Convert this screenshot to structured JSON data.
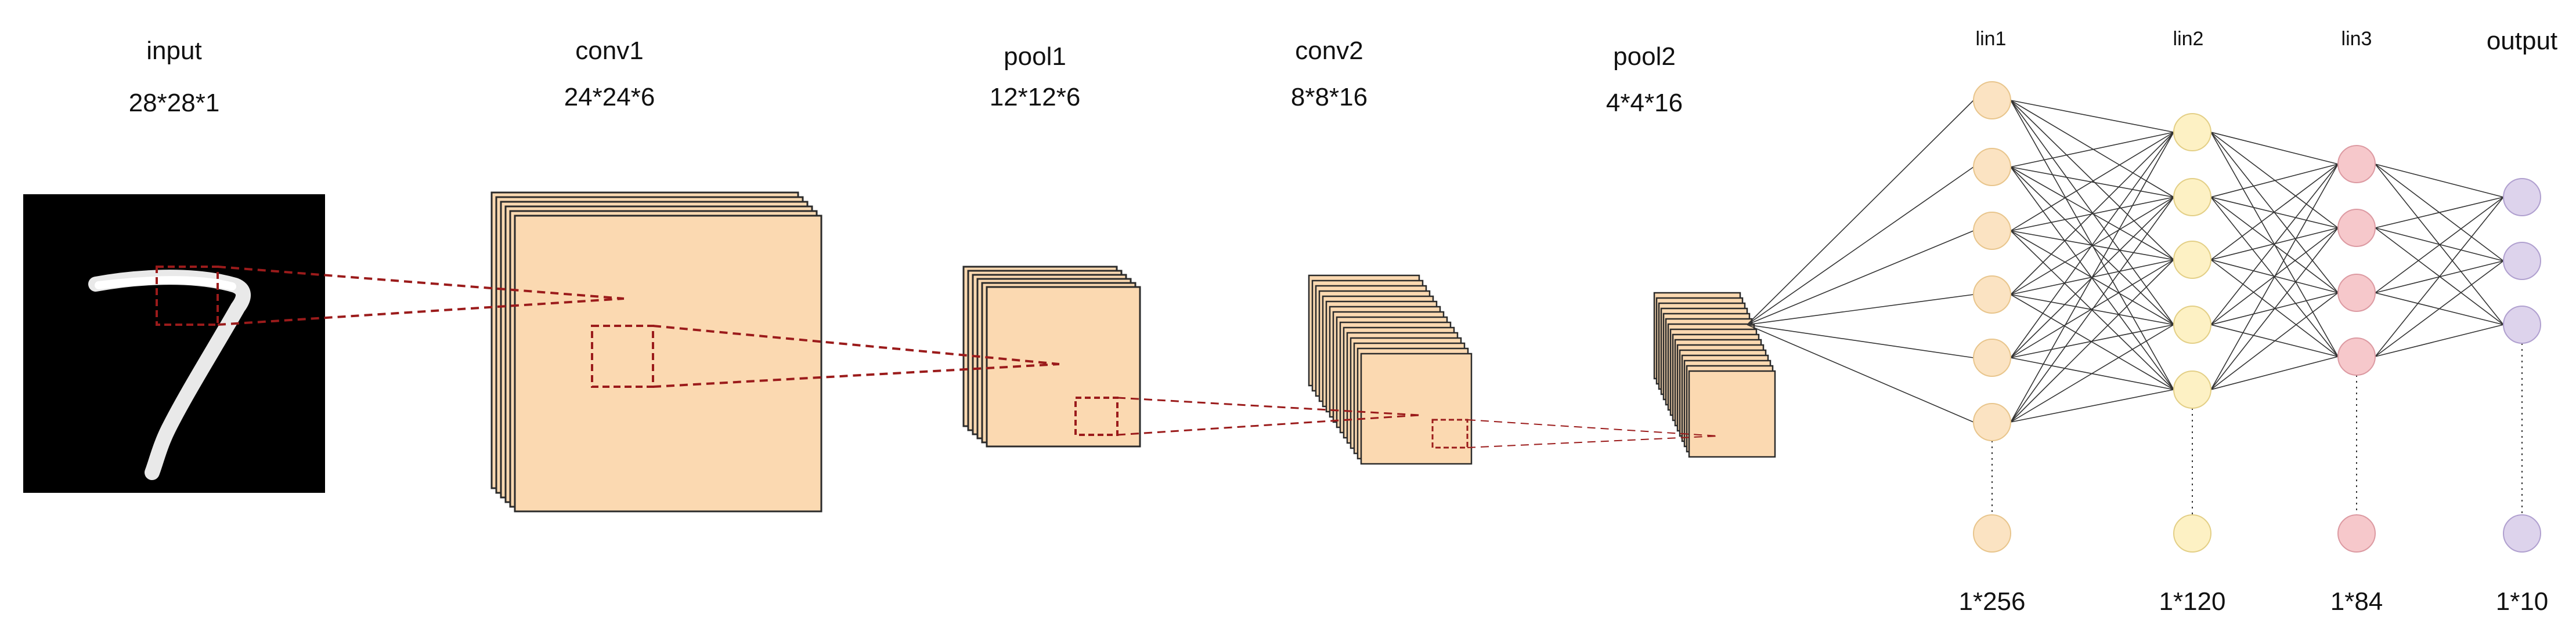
{
  "stages": [
    {
      "name": "input",
      "size": "28*28*1"
    },
    {
      "name": "conv1",
      "size": "24*24*6"
    },
    {
      "name": "pool1",
      "size": "12*12*6"
    },
    {
      "name": "conv2",
      "size": "8*8*16"
    },
    {
      "name": "pool2",
      "size": "4*4*16"
    }
  ],
  "fc_layers": [
    {
      "name": "lin1",
      "size": "1*256",
      "color": "#fbe3c2",
      "stroke": "#e8c58c"
    },
    {
      "name": "lin2",
      "size": "1*120",
      "color": "#fdf1c4",
      "stroke": "#e3cf86"
    },
    {
      "name": "lin3",
      "size": "1*84",
      "color": "#f6c8cb",
      "stroke": "#dc9aa2"
    },
    {
      "name": "output",
      "size": "1*10",
      "color": "#ddd3ec",
      "stroke": "#b0a0cf"
    }
  ],
  "colors": {
    "feature_map_fill": "#fbd9b1",
    "feature_map_stroke": "#2b2b2b",
    "receptive_field": "#9b1b1b",
    "connection": "#333333"
  },
  "input_image": {
    "description_icon": "handwritten-digit-seven-icon"
  }
}
